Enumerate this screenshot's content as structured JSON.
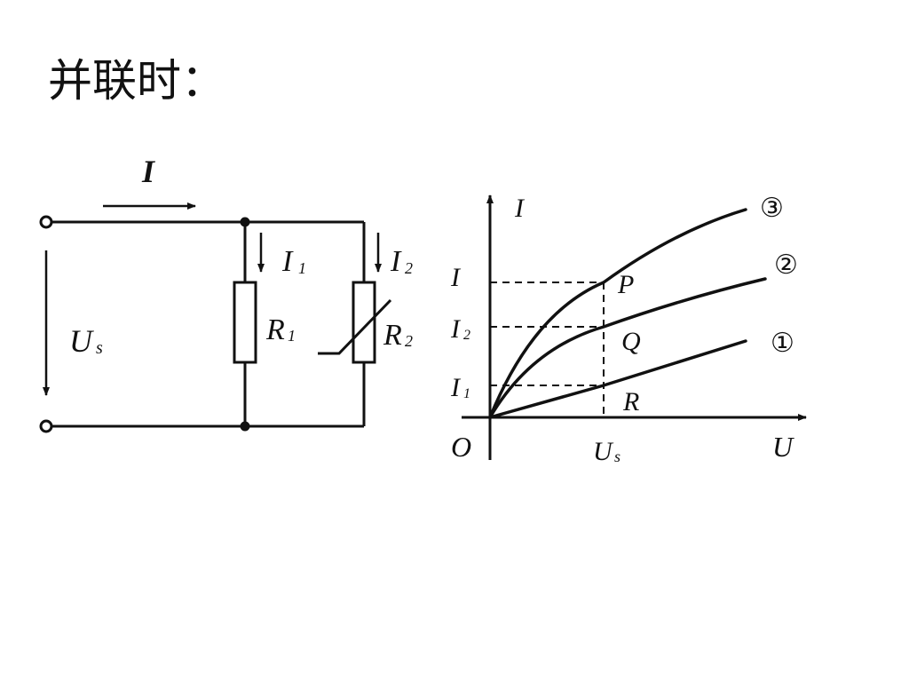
{
  "slide": {
    "title": "并联时："
  },
  "circuit": {
    "current_main": "I",
    "current_branch1": "I",
    "current_branch1_sub": "1",
    "current_branch2": "I",
    "current_branch2_sub": "2",
    "source_voltage": "U",
    "source_voltage_sub": "s",
    "resistor1": "R",
    "resistor1_sub": "1",
    "resistor2": "R",
    "resistor2_sub": "2"
  },
  "graph": {
    "y_axis_label": "I",
    "x_axis_label": "U",
    "origin_label": "O",
    "y_ticks": {
      "total": "I",
      "i2": "I",
      "i2_sub": "2",
      "i1": "I",
      "i1_sub": "1"
    },
    "x_tick": "U",
    "x_tick_sub": "s",
    "points": {
      "p": "P",
      "q": "Q",
      "r": "R"
    },
    "curves": {
      "curve1": "①",
      "curve2": "②",
      "curve3": "③"
    }
  }
}
